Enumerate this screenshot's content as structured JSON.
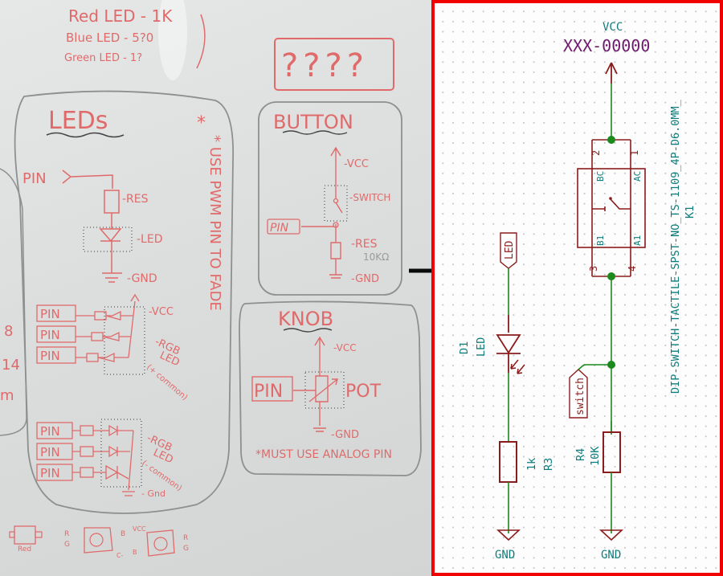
{
  "whiteboard": {
    "resistor_notes": [
      "Red LED - 1K",
      "Blue LED - 5?0",
      "Green LED - 1?"
    ],
    "question_box": "????",
    "leds_section": {
      "title": "LEDs",
      "note": "* USE PWM PIN TO FADE",
      "single_led": {
        "pin": "PIN",
        "res": "-RES",
        "led": "-LED",
        "gnd": "-GND"
      },
      "rgb_common_anode": {
        "pins": [
          "PIN",
          "PIN",
          "PIN"
        ],
        "vcc": "-VCC",
        "label1": "-RGB",
        "label2": "LED",
        "label3": "(+ common)"
      },
      "rgb_common_cathode": {
        "pins": [
          "PIN",
          "PIN",
          "PIN"
        ],
        "gnd": "- Gnd",
        "label1": "-RGB",
        "label2": "LED",
        "label3": "(- common)"
      }
    },
    "button_section": {
      "title": "BUTTON",
      "vcc": "-VCC",
      "switch": "-SWITCH",
      "pin": "PIN",
      "res": "-RES",
      "res_value": "10KΩ",
      "gnd": "-GND"
    },
    "knob_section": {
      "title": "KNOB",
      "vcc": "-VCC",
      "pin": "PIN",
      "pot": "POT",
      "gnd": "-GND",
      "note": "*MUST USE ANALOG PIN"
    },
    "left_edge_fragments": [
      "8",
      "14",
      "m"
    ],
    "bottom_parts": {
      "led_pkg": "Red",
      "rgb1_left": [
        "R",
        "G"
      ],
      "rgb1_right": [
        "B"
      ],
      "rgb1_bottom": "C-",
      "rgb2_top": "VCC",
      "rgb2_left": "B",
      "rgb2_right": [
        "R",
        "G"
      ]
    }
  },
  "arrow": {
    "icon": "right-arrow-icon"
  },
  "schematic": {
    "power": {
      "vcc_label": "VCC",
      "vcc_value": "XXX-00000",
      "gnd_label_1": "GND",
      "gnd_label_2": "GND"
    },
    "switch": {
      "footprint": "DIP-SWITCH-TACTILE-SPST-NO_TS-1109_4P-D6.0MM_",
      "reference": "K1",
      "pin_numbers": [
        "1",
        "2",
        "3",
        "4"
      ],
      "pin_names": [
        "AC",
        "BC",
        "B1",
        "A1"
      ]
    },
    "led": {
      "net_label": "LED",
      "reference": "D1",
      "value": "LED"
    },
    "r3": {
      "reference": "R3",
      "value": "1k"
    },
    "r4": {
      "reference": "R4",
      "value": "10K"
    },
    "switch_net_label": "switch",
    "colors": {
      "wire": "#1c8a1c",
      "component": "#8b1c1c",
      "text": "#0f7c7c",
      "value": "#6e1a6e",
      "border": "#f00000"
    }
  }
}
